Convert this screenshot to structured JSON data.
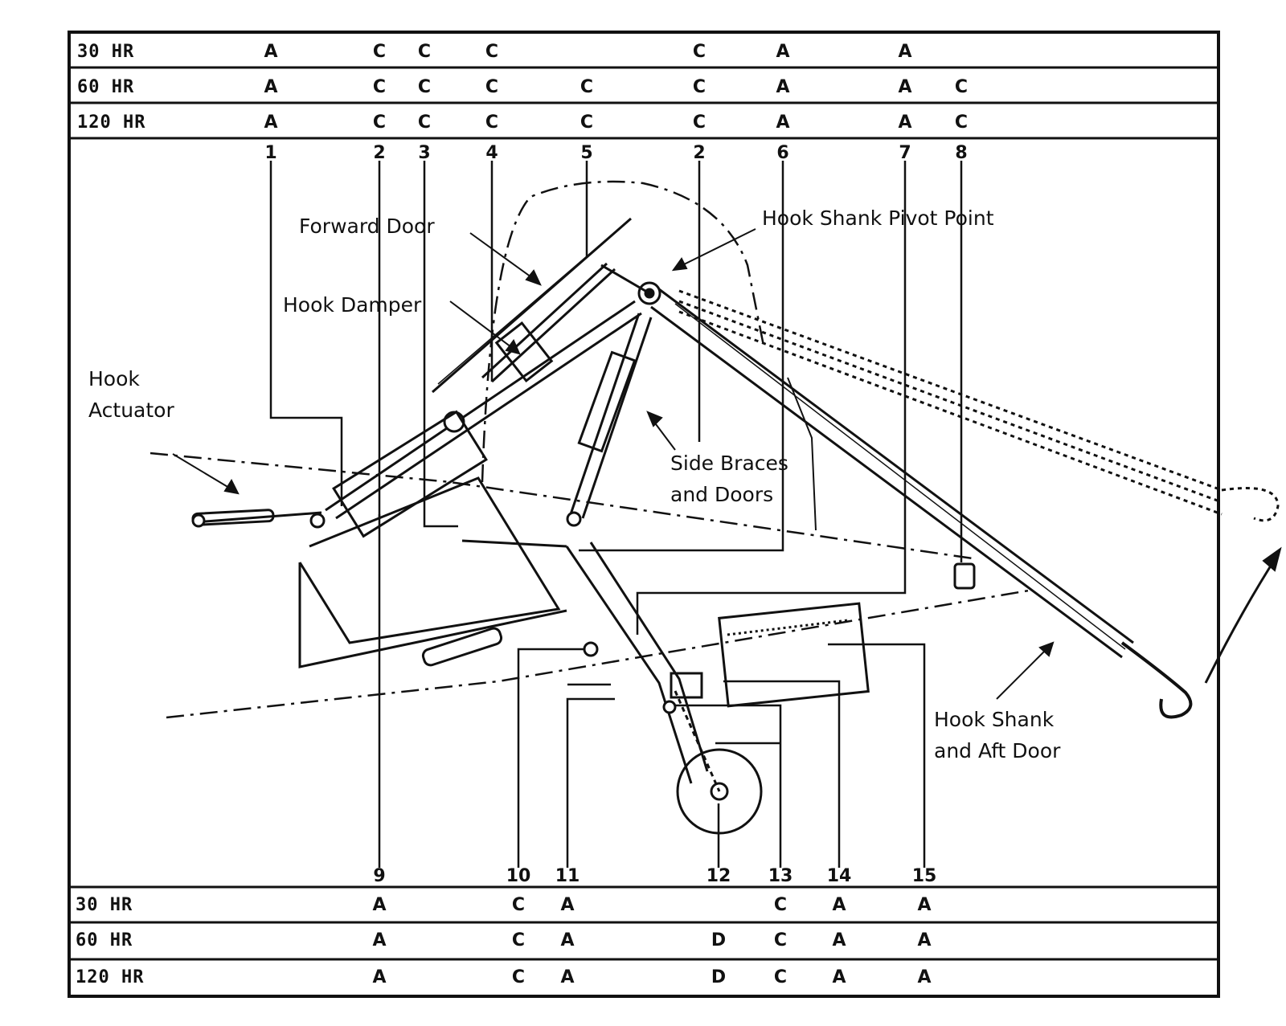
{
  "intervals": {
    "top": [
      {
        "label": "30  HR",
        "codes": [
          "A",
          "C",
          "C",
          "C",
          "",
          "C",
          "A",
          "A",
          ""
        ]
      },
      {
        "label": "60  HR",
        "codes": [
          "A",
          "C",
          "C",
          "C",
          "C",
          "C",
          "A",
          "A",
          "C"
        ]
      },
      {
        "label": "120 HR",
        "codes": [
          "A",
          "C",
          "C",
          "C",
          "C",
          "C",
          "A",
          "A",
          "C"
        ]
      }
    ],
    "bottom": [
      {
        "label": "30  HR",
        "codes": [
          "A",
          "C",
          "A",
          "",
          "C",
          "A",
          "A"
        ]
      },
      {
        "label": "60  HR",
        "codes": [
          "A",
          "C",
          "A",
          "D",
          "C",
          "A",
          "A"
        ]
      },
      {
        "label": "120 HR",
        "codes": [
          "A",
          "C",
          "A",
          "D",
          "C",
          "A",
          "A"
        ]
      }
    ]
  },
  "top_numbers": [
    "1",
    "2",
    "3",
    "4",
    "5",
    "2",
    "6",
    "7",
    "8"
  ],
  "bottom_numbers": [
    "9",
    "10",
    "11",
    "12",
    "13",
    "14",
    "15"
  ],
  "callouts": {
    "forward_door": "Forward Door",
    "hook_shank_pivot": "Hook Shank Pivot Point",
    "hook_damper": "Hook Damper",
    "hook_actuator": "Hook\nActuator",
    "side_braces": "Side Braces\nand Doors",
    "hook_shank_aft_door": "Hook Shank\nand Aft Door"
  }
}
